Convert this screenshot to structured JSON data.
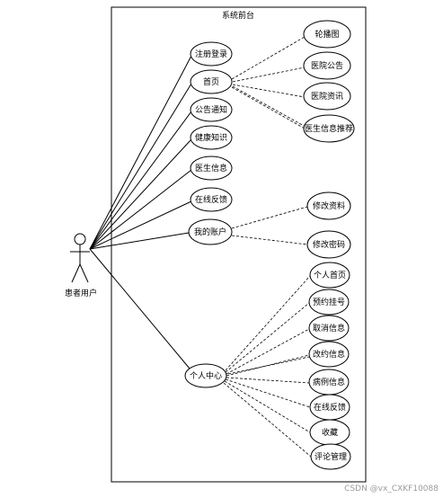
{
  "system": {
    "title": "系统前台"
  },
  "actor": {
    "label": "患者用户"
  },
  "use_cases": {
    "register_login": "注册登录",
    "home": "首页",
    "announcements": "公告通知",
    "health_knowledge": "健康知识",
    "doctor_info": "医生信息",
    "online_feedback": "在线反馈",
    "my_account": "我的账户",
    "personal_center": "个人中心",
    "carousel": "轮播图",
    "hospital_notice": "医院公告",
    "hospital_news": "医院资讯",
    "doctor_recommend": "医生信息推荐",
    "edit_profile": "修改资料",
    "change_password": "修改密码",
    "personal_home": "个人首页",
    "appointment": "预约挂号",
    "cancel_info": "取消信息",
    "reschedule_info": "改约信息",
    "medical_records": "病例信息",
    "pc_online_feedback": "在线反馈",
    "favorites": "收藏",
    "comment_management": "评论管理"
  },
  "watermark": "CSDN @vx_CXKF10088"
}
